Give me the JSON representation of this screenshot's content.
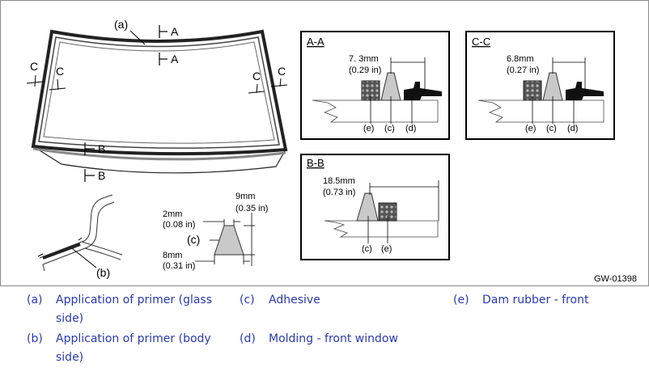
{
  "figure": {
    "code": "GW-01398",
    "callouts": {
      "a": "(a)",
      "b": "(b)",
      "c": "(c)",
      "d": "(d)",
      "e": "(e)"
    },
    "section_marks": {
      "A": "A",
      "B": "B",
      "C": "C"
    },
    "sections": {
      "aa": {
        "title": "A-A",
        "dimension_mm": "7. 3mm",
        "dimension_in": "(0.29 in)",
        "labels": [
          "(e)",
          "(c)",
          "(d)"
        ]
      },
      "cc": {
        "title": "C-C",
        "dimension_mm": "6.8mm",
        "dimension_in": "(0.27 in)",
        "labels": [
          "(e)",
          "(c)",
          "(d)"
        ]
      },
      "bb": {
        "title": "B-B",
        "dimension_mm": "18.5mm",
        "dimension_in": "(0.73 in)",
        "labels": [
          "(c)",
          "(e)"
        ]
      }
    },
    "bead": {
      "top_mm": "2mm",
      "top_in": "(0.08 in)",
      "height_mm": "9mm",
      "height_in": "(0.35 in)",
      "base_mm": "8mm",
      "base_in": "(0.31 in)",
      "label": "(c)"
    }
  },
  "legend": [
    {
      "key": "(a)",
      "text": "Application of primer (glass side)"
    },
    {
      "key": "(b)",
      "text": "Application of primer (body side)"
    },
    {
      "key": "(c)",
      "text": "Adhesive"
    },
    {
      "key": "(d)",
      "text": "Molding - front window"
    },
    {
      "key": "(e)",
      "text": "Dam rubber - front"
    }
  ]
}
